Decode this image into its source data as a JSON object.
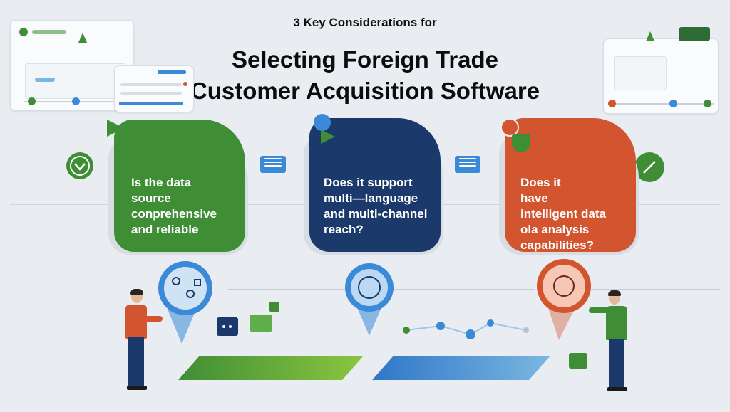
{
  "header": {
    "kicker": "3 Key Considerations for",
    "title_line1": "Selecting Foreign Trade",
    "title_line2": "Customer Acquisition Software"
  },
  "cards": [
    {
      "lines": [
        "Is the data",
        "source",
        "conprehensive",
        "and reliable"
      ],
      "color": "#3f8d35"
    },
    {
      "lines": [
        "Does it support",
        "multi—language",
        "and multi-channel",
        "reach?"
      ],
      "color": "#1b3a6b"
    },
    {
      "lines": [
        "Does it",
        "have",
        "intelligent data",
        "ola analysis",
        "capabilities?"
      ],
      "color": "#d2552f"
    }
  ],
  "colors": {
    "green": "#3f8d35",
    "navy": "#1b3a6b",
    "orange": "#d2552f",
    "blue": "#3b8ad8",
    "background": "#e9edf1"
  },
  "icons": {
    "left_circle": "chevron-down-icon",
    "right_circle": "arrow-diagonal-icon",
    "chat": "chat-bubble-icon",
    "globe": "globe-icon",
    "network": "network-icon",
    "flag": "flag-icon"
  }
}
